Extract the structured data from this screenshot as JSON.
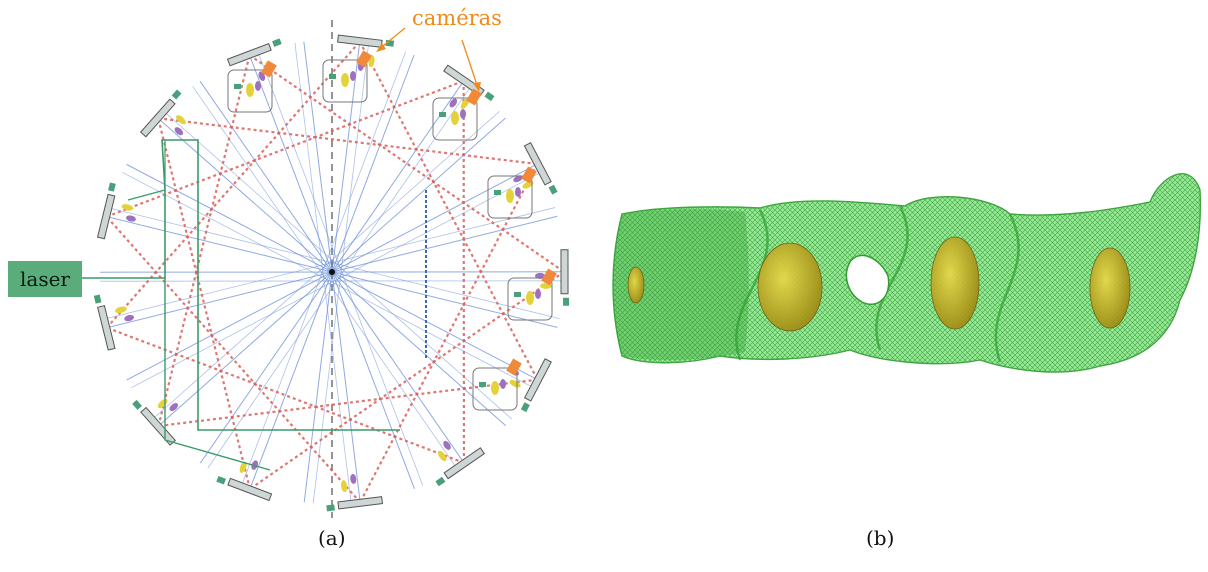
{
  "labels": {
    "laser": "laser",
    "cameras": "caméras"
  },
  "captions": {
    "a": "(a)",
    "b": "(b)"
  },
  "colors": {
    "laser_box": "#5aad7a",
    "cameras_text": "#f08a1a",
    "camera_body": "#f08a3a",
    "mirror_green": "#4aa07a",
    "beam_blue": "#6a8ed8",
    "beam_red": "#d9605a",
    "frame_green": "#3a9a6a",
    "mesh_green": "#5cd65c",
    "mesh_dark_green": "#2f9e2f",
    "nucleus_gold": "#c9b21e"
  },
  "icons": {
    "diagram": "optical-tomography-setup-diagram",
    "render": "3d-cell-mesh-render"
  }
}
